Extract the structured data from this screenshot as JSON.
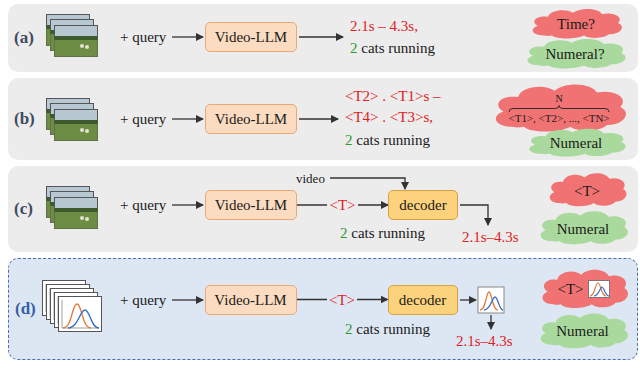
{
  "diagram": {
    "nodes": [
      {
        "text": [
          "(a)"
        ]
      },
      {
        "text": [
          "Video-LLM"
        ],
        "in": 0
      },
      {
        "text": [
          "Time?"
        ],
        "in": 0
      },
      {
        "text": [
          "Numeral?"
        ],
        "in": 0
      },
      {
        "text": [
          "(b)"
        ]
      },
      {
        "text": [
          "Video-LLM"
        ],
        "in": 4
      },
      {
        "text": [
          "N",
          "<T1>, <T2>, ..., <TN>"
        ],
        "in": 4
      },
      {
        "text": [
          "Numeral"
        ],
        "in": 4
      },
      {
        "text": [
          "(c)"
        ]
      },
      {
        "text": [
          "Video-LLM"
        ],
        "in": 8
      },
      {
        "text": [
          "decoder"
        ],
        "in": 8
      },
      {
        "text": [
          "<T>"
        ],
        "in": 8
      },
      {
        "text": [
          "Numeral"
        ],
        "in": 8
      },
      {
        "text": [
          "(d)"
        ]
      },
      {
        "text": [
          "Video-LLM"
        ],
        "in": 13
      },
      {
        "text": [
          "decoder"
        ],
        "in": 13
      },
      {
        "text": [
          "<T>"
        ],
        "in": 13
      },
      {
        "text": [
          "Numeral"
        ],
        "in": 13
      }
    ],
    "edges": [
      {
        "from": 9,
        "to": 10,
        "arrow": "to",
        "label": "<T>"
      },
      {
        "from": 14,
        "to": 15,
        "arrow": "to",
        "label": "<T>"
      }
    ],
    "labels": [
      "+ query",
      "2.1s – 4.3s,",
      "2",
      "cats running",
      "+ query",
      "<T2> . <T1>s –",
      "<T4> . <T3>s,",
      "2",
      "cats running",
      "+ query",
      "video",
      "2",
      "cats running",
      "2.1s–4.3s",
      "+ query",
      "2",
      "cats running",
      "2.1s–4.3s"
    ]
  }
}
